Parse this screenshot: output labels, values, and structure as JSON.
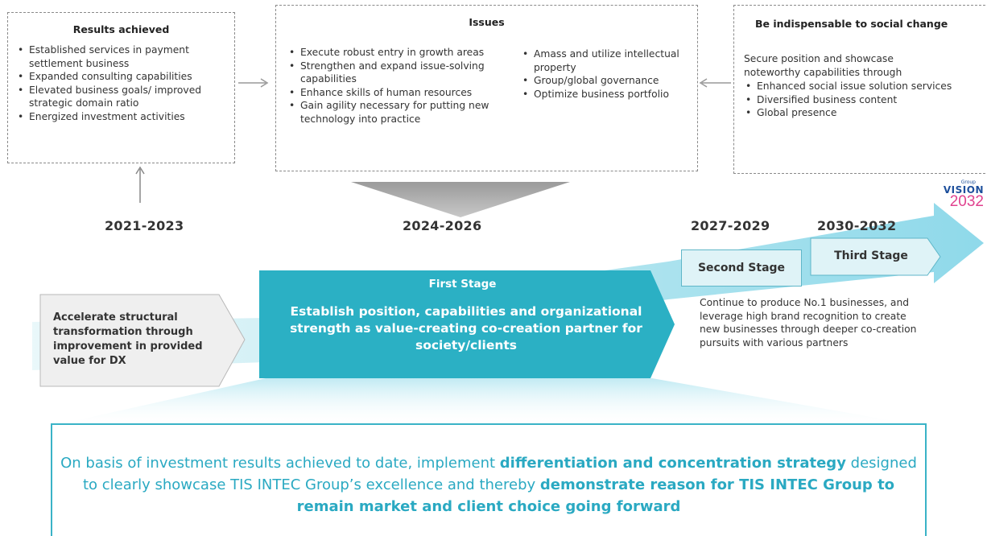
{
  "results": {
    "title": "Results achieved",
    "items": [
      "Established services in payment settlement business",
      "Expanded consulting capabilities",
      "Elevated business goals/ improved strategic domain ratio",
      "Energized investment activities"
    ]
  },
  "issues": {
    "title": "Issues",
    "left_items": [
      "Execute robust entry in growth areas",
      "Strengthen and expand issue-solving capabilities",
      "Enhance skills of human resources",
      "Gain agility necessary for putting new technology into practice"
    ],
    "right_items": [
      "Amass and utilize intellectual property",
      "Group/global governance",
      "Optimize business portfolio"
    ]
  },
  "indispensable": {
    "title": "Be indispensable  to social change",
    "intro": "Secure position and showcase noteworthy capabilities through",
    "items": [
      "Enhanced social issue solution services",
      "Diversified business content",
      "Global presence"
    ]
  },
  "vision_logo": {
    "group": "Group",
    "vision": "VISION",
    "year": "2032"
  },
  "periods": {
    "p1": "2021-2023",
    "p2": "2024-2026",
    "p3": "2027-2029",
    "p4": "2030-2032"
  },
  "stages": {
    "dx_text": "Accelerate structural transformation  through improvement in provided value for DX",
    "first_label": "First Stage",
    "first_text": "Establish position, capabilities and organizational strength as value-creating co-creation partner for society/clients",
    "second_label": "Second Stage",
    "third_label": "Third Stage",
    "later_text": "Continue to produce No.1 businesses, and leverage high brand recognition to create new businesses through deeper co-creation pursuits with various partners"
  },
  "strategy": {
    "part1": "On basis of investment results achieved to date, implement ",
    "bold1": "differentiation and concentration strategy",
    "part2": " designed to clearly showcase TIS INTEC Group’s excellence and thereby ",
    "bold2": "demonstrate reason for TIS INTEC Group to remain market and client choice going forward"
  },
  "colors": {
    "teal": "#2bb0c4",
    "light_teal": "#dff3f7",
    "strategy_text": "#2aa9c2",
    "logo_blue": "#1d4f9c",
    "logo_pink": "#e0428f"
  }
}
